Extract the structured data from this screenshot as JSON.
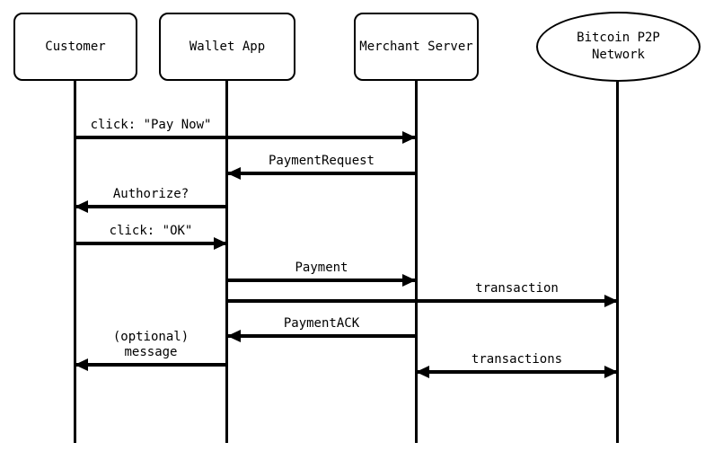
{
  "colors": {
    "line": "#000000",
    "background": "#ffffff"
  },
  "participants": [
    {
      "id": "customer",
      "label": "Customer",
      "shape": "rounded-rect"
    },
    {
      "id": "wallet-app",
      "label": "Wallet App",
      "shape": "rounded-rect"
    },
    {
      "id": "merchant-server",
      "label": "Merchant Server",
      "shape": "rounded-rect"
    },
    {
      "id": "bitcoin-p2p-network",
      "label": "Bitcoin P2P\nNetwork",
      "shape": "ellipse"
    }
  ],
  "messages": [
    {
      "label": "click: \"Pay Now\"",
      "from": "Customer",
      "to": "Merchant Server",
      "direction": "right"
    },
    {
      "label": "PaymentRequest",
      "from": "Merchant Server",
      "to": "Wallet App",
      "direction": "left"
    },
    {
      "label": "Authorize?",
      "from": "Wallet App",
      "to": "Customer",
      "direction": "left"
    },
    {
      "label": "click: \"OK\"",
      "from": "Customer",
      "to": "Wallet App",
      "direction": "right"
    },
    {
      "label": "Payment",
      "from": "Wallet App",
      "to": "Merchant Server",
      "direction": "right"
    },
    {
      "label": "transaction",
      "from": "Wallet App",
      "to": "Bitcoin P2P Network",
      "direction": "right"
    },
    {
      "label": "PaymentACK",
      "from": "Merchant Server",
      "to": "Wallet App",
      "direction": "left"
    },
    {
      "label": "(optional)\nmessage",
      "from": "Wallet App",
      "to": "Customer",
      "direction": "left"
    },
    {
      "label": "transactions",
      "from": "Merchant Server",
      "to": "Bitcoin P2P Network",
      "direction": "both"
    }
  ]
}
